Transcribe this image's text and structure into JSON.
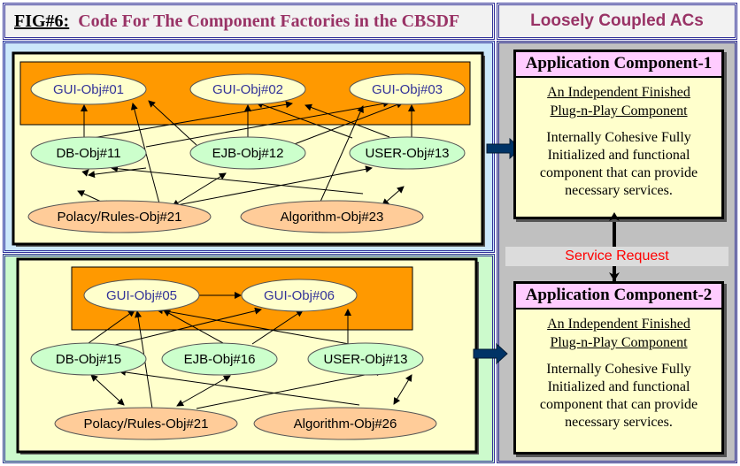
{
  "header": {
    "fig_label": "FIG#6:",
    "fig_title": "Code For The Component Factories in the CBSDF",
    "right_title": "Loosely Coupled ACs"
  },
  "colors": {
    "gui_fill": "#ffffcc",
    "gui_text": "#333399",
    "mid_fill": "#ccffcc",
    "bottom_fill": "#ffcc99",
    "gui_band": "#ff9900",
    "factory_bg": "#ffffcc",
    "arrow_blue": "#003366",
    "service_text": "#ff0000"
  },
  "factory1": {
    "gui": [
      "GUI-Obj#01",
      "GUI-Obj#02",
      "GUI-Obj#03"
    ],
    "mid": [
      "DB-Obj#11",
      "EJB-Obj#12",
      "USER-Obj#13"
    ],
    "bottom": [
      "Polacy/Rules-Obj#21",
      "Algorithm-Obj#23"
    ]
  },
  "factory2": {
    "gui": [
      "GUI-Obj#05",
      "GUI-Obj#06"
    ],
    "mid": [
      "DB-Obj#15",
      "EJB-Obj#16",
      "USER-Obj#13"
    ],
    "bottom": [
      "Polacy/Rules-Obj#21",
      "Algorithm-Obj#26"
    ]
  },
  "service_request": "Service Request",
  "components": [
    {
      "title": "Application Component-1",
      "subtitle_lines": [
        "An Independent Finished",
        "Plug-n-Play Component"
      ],
      "desc_lines": [
        "Internally Cohesive Fully",
        "Initialized and functional",
        "component that can provide",
        "necessary services."
      ]
    },
    {
      "title": "Application Component-2",
      "subtitle_lines": [
        "An Independent Finished",
        "Plug-n-Play Component"
      ],
      "desc_lines": [
        "Internally Cohesive Fully",
        "Initialized and functional",
        "component that can provide",
        "necessary services."
      ]
    }
  ]
}
